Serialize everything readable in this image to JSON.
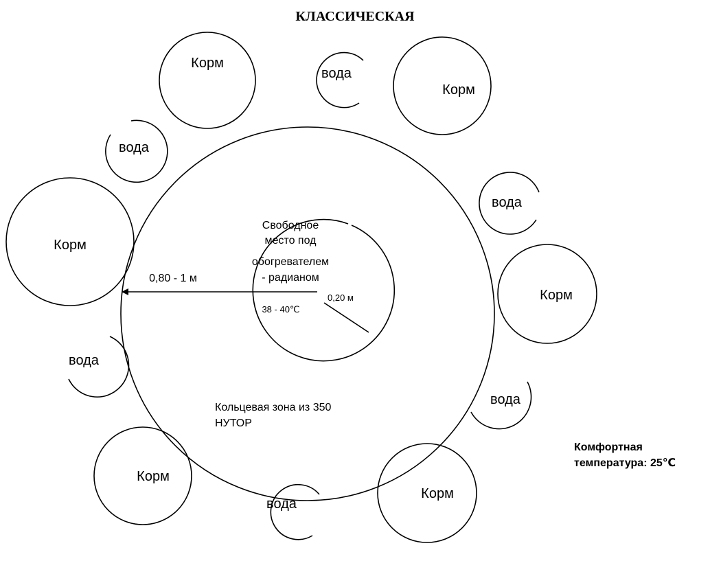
{
  "title": "КЛАССИЧЕСКАЯ",
  "food_label": "Корм",
  "water_label": "вода",
  "center": {
    "lines": [
      "Свободное",
      "место под",
      "обогревателем",
      "- радианом"
    ],
    "temperature": "38 - 40℃"
  },
  "radius_inner_label": "0,20 м",
  "radius_outer_label": "0,80 - 1 м",
  "ring": {
    "lines": [
      "Кольцевая зона из 350",
      "НУТОР"
    ]
  },
  "comfort": {
    "lines": [
      "Комфортная",
      "температура: 25℃"
    ]
  },
  "colors": {
    "stroke": "#000000",
    "background": "#ffffff"
  }
}
